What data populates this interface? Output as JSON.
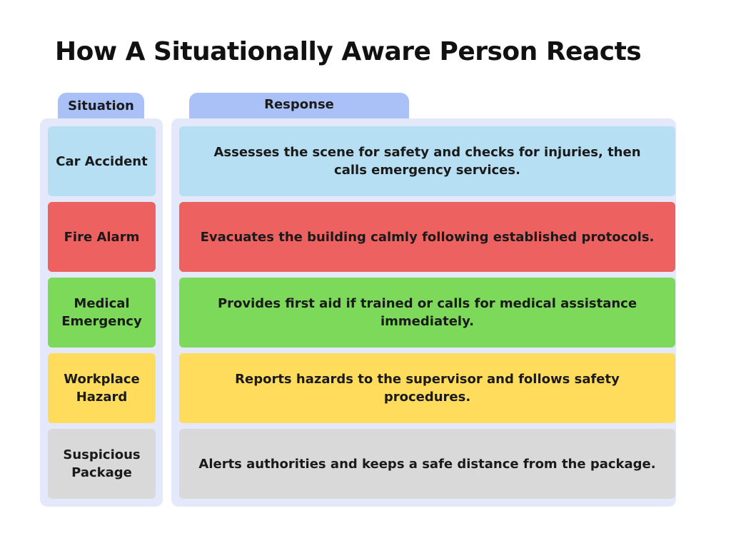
{
  "title": "How A Situationally Aware Person Reacts",
  "headers": {
    "situation": "Situation",
    "response": "Response"
  },
  "colors": {
    "header_tab": "#a9c1f7",
    "panel": "#e4e8fb",
    "blue": "#b7dff3",
    "red": "#ee6161",
    "green": "#7dd959",
    "yellow": "#ffdc5c",
    "gray": "#d9d9d9"
  },
  "rows": [
    {
      "situation": "Car Accident",
      "response": "Assesses the scene for safety and checks for injuries, then calls emergency services.",
      "color": "#b7dff3"
    },
    {
      "situation": "Fire Alarm",
      "response": "Evacuates the building calmly following established protocols.",
      "color": "#ee6161"
    },
    {
      "situation": "Medical Emergency",
      "response": "Provides first aid if trained or calls for medical assistance immediately.",
      "color": "#7dd959"
    },
    {
      "situation": "Workplace Hazard",
      "response": "Reports hazards to the supervisor and follows safety procedures.",
      "color": "#ffdc5c"
    },
    {
      "situation": "Suspicious Package",
      "response": "Alerts authorities and keeps a safe distance from the package.",
      "color": "#d9d9d9"
    }
  ]
}
